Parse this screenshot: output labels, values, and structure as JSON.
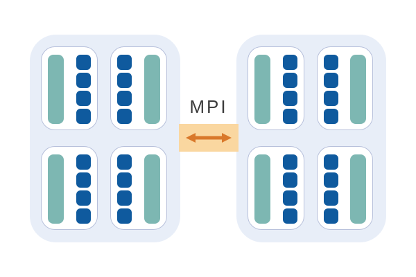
{
  "diagram": {
    "mpi_label": "MPI",
    "cores_per_socket": 4,
    "nodes": [
      {
        "name": "node-left",
        "sockets": [
          {
            "bar_side": "left"
          },
          {
            "bar_side": "right"
          },
          {
            "bar_side": "left"
          },
          {
            "bar_side": "right"
          }
        ]
      },
      {
        "name": "node-right",
        "sockets": [
          {
            "bar_side": "left"
          },
          {
            "bar_side": "right"
          },
          {
            "bar_side": "left"
          },
          {
            "bar_side": "right"
          }
        ]
      }
    ]
  },
  "icons": {
    "link_arrow": "double-headed-horizontal-arrow"
  },
  "colors": {
    "page_bg": "#ffffff",
    "node_bg": "#e8eef8",
    "socket_bg": "#ffffff",
    "socket_border": "#b7c0db",
    "bar_teal": "#7db7b2",
    "core_blue": "#0f5a9e",
    "mpi_box_bg": "#fad7a0",
    "arrow_orange": "#d9782a",
    "label_text": "#3b3b3b"
  }
}
